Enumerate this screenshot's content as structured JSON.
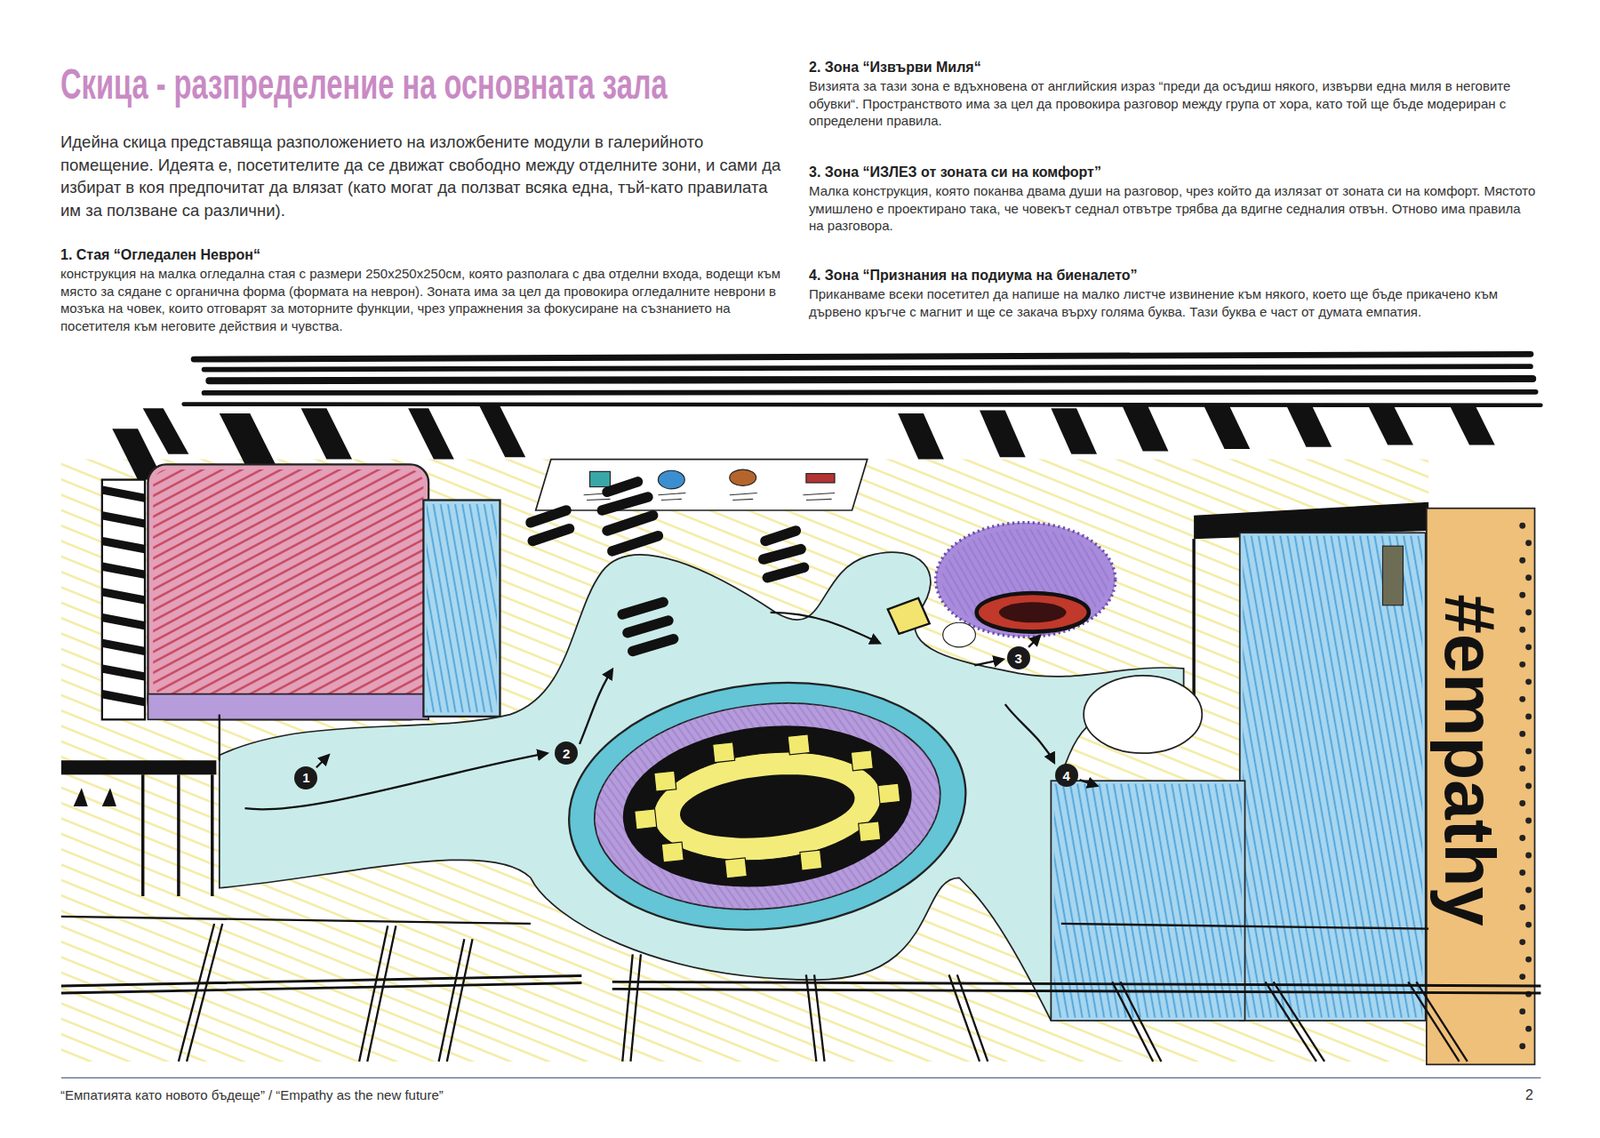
{
  "diagram": {
    "title": "Скица - разпределение на основната зала",
    "caption": "“Емпатията като новото бъдеще” / “Empathy as the new future”",
    "nodes": [
      {
        "text": [
          "1"
        ]
      },
      {
        "text": [
          "2"
        ]
      },
      {
        "text": [
          "3"
        ]
      },
      {
        "text": [
          "4"
        ]
      }
    ],
    "labels": [
      "Идейна скица представяща разположението на изложбените модули в галерийното помещение. Идеята е, посетителите да се движат свободно между отделните зони, и сами да избират в коя предпочитат да влязат (като могат да ползват всяка една, тъй-като правилата им за ползване са различни).",
      "1. Стая “Огледален Неврон“",
      "конструкция на малка огледална стая с размери 250x250x250см, която разполага с два отделни входа, водещи към място за сядане с органична форма (формата на неврон). Зоната има за цел да провокира огледалните неврони в мозъка на човек, които отговарят за моторните функции, чрез упражнения за фокусиране на съзнанието на посетителя към неговите действия и чувства.",
      "2. Зона “Извърви Миля“",
      "Визията за тази зона е вдъхновена от английския израз “преди да осъдиш някого, извърви една миля в неговите обувки“. Пространството има за цел да провокира разговор между група от хора, като той ще бъде модериран с определени правила.",
      "3. Зона “ИЗЛЕЗ от зоната си на комфорт”",
      "Малка конструкция, която поканва двама души на разговор, чрез който да излязат от зоната си на комфорт. Мястото умишлено е проектирано така, че човекът седнал отвътре трябва да вдигне седналия отвън. Отново има правила на разговора.",
      "4. Зона “Признания на подиума на биеналето”",
      "Приканваме всеки посетител да напише на малко листче извинение към някого, което ще бъде прикачено към дървено кръгче с магнит и ще се закача върху голяма буква. Тази буква е част от думата емпатия.",
      "#empathy",
      "2"
    ]
  }
}
